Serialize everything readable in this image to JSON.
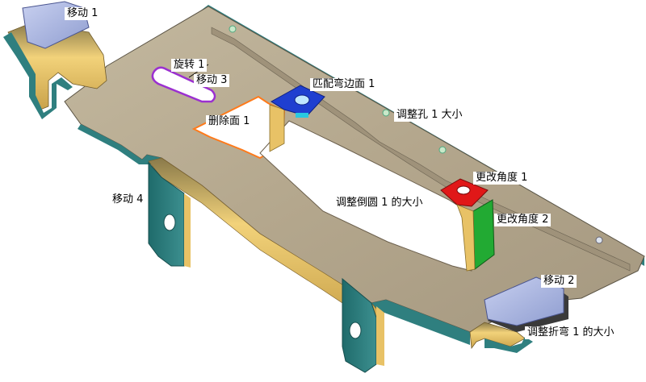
{
  "labels": {
    "move1": "移动 1",
    "move2": "移动 2",
    "move3": "移动 3",
    "move4": "移动 4",
    "rotate1": "旋转 1",
    "delete_face1": "删除面 1",
    "match_flange1": "匹配弯边面 1",
    "adjust_hole1": "调整孔 1 大小",
    "change_angle1": "更改角度 1",
    "change_angle2": "更改角度 2",
    "adjust_fillet1": "调整倒圆 1 的大小",
    "adjust_bend1": "调整折弯 1 的大小"
  },
  "colors": {
    "plate_top": "#b6a98f",
    "plate_edge": "#2f7f7f",
    "bend_gold": "#e8c266",
    "tab_blue": "#aab6e0",
    "match_face": "#1f3fd0",
    "angle_red": "#e01818",
    "angle_green": "#22aa33",
    "slot_purple": "#9b30d0",
    "delete_orange": "#ff7a1a",
    "hole_teal": "#4fa87f"
  }
}
